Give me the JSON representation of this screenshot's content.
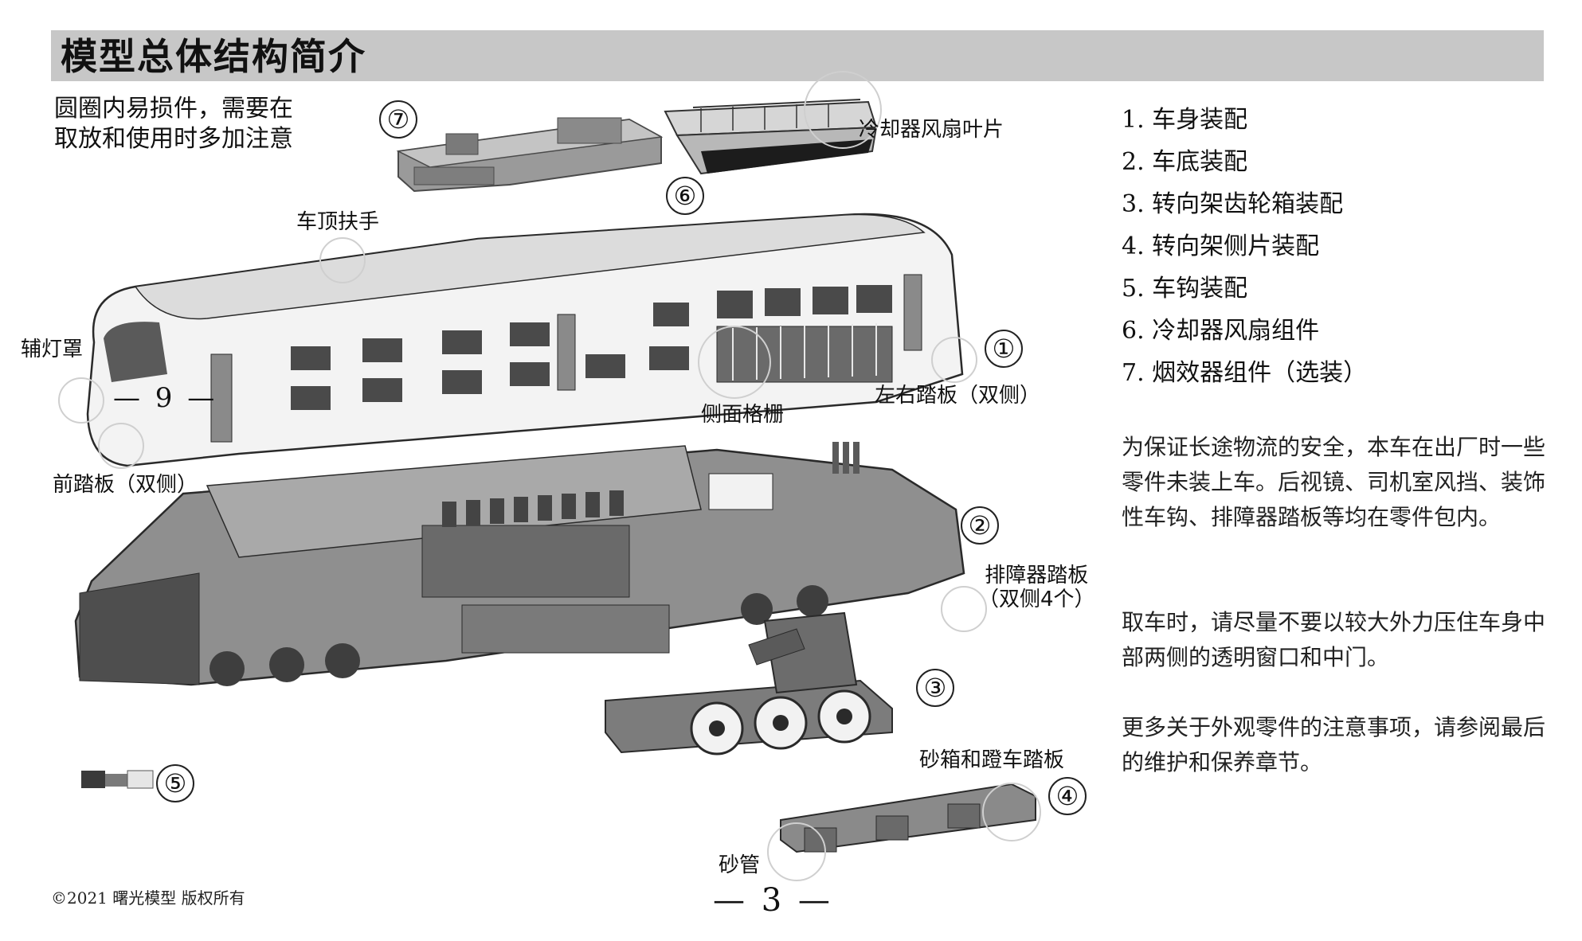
{
  "header": {
    "title": "模型总体结构简介"
  },
  "top_note": {
    "line1": "圆圈内易损件，需要在",
    "line2": "取放和使用时多加注意"
  },
  "callouts": {
    "cooler_fan_blade": "冷却器风扇叶片",
    "roof_handrail": "车顶扶手",
    "aux_light_cover": "辅灯罩",
    "side_grille": "侧面格栅",
    "lr_steps": "左右踏板（双侧）",
    "front_steps": "前踏板（双侧）",
    "pilot_steps_line1": "排障器踏板",
    "pilot_steps_line2": "（双侧4个）",
    "sandbox_steps": "砂箱和蹬车踏板",
    "sand_pipe": "砂管"
  },
  "markers": {
    "m1": "①",
    "m2": "②",
    "m3": "③",
    "m4": "④",
    "m5": "⑤",
    "m6": "⑥",
    "m7": "⑦"
  },
  "parts_list": [
    "1. 车身装配",
    "2. 车底装配",
    "3. 转向架齿轮箱装配",
    "4. 转向架侧片装配",
    "5. 车钩装配",
    "6. 冷却器风扇组件",
    "7. 烟效器组件（选装）"
  ],
  "paragraphs": [
    "为保证长途物流的安全，本车在出厂时一些零件未装上车。后视镜、司机室风挡、装饰性车钩、排障器踏板等均在零件包内。",
    "取车时，请尽量不要以较大外力压住车身中部两侧的透明窗口和中门。",
    "更多关于外观零件的注意事项，请参阅最后的维护和保养章节。"
  ],
  "footer": {
    "copyright": "©2021 曙光模型 版权所有",
    "page_number": "— 3 —",
    "inner_page_number": "— 9 —"
  },
  "colors": {
    "banner_bg": "#c7c7c7",
    "body_shell": "#f1f1f1",
    "underframe": "#8c8c8c",
    "underframe_dark": "#5e5e5e",
    "text": "#111111"
  }
}
